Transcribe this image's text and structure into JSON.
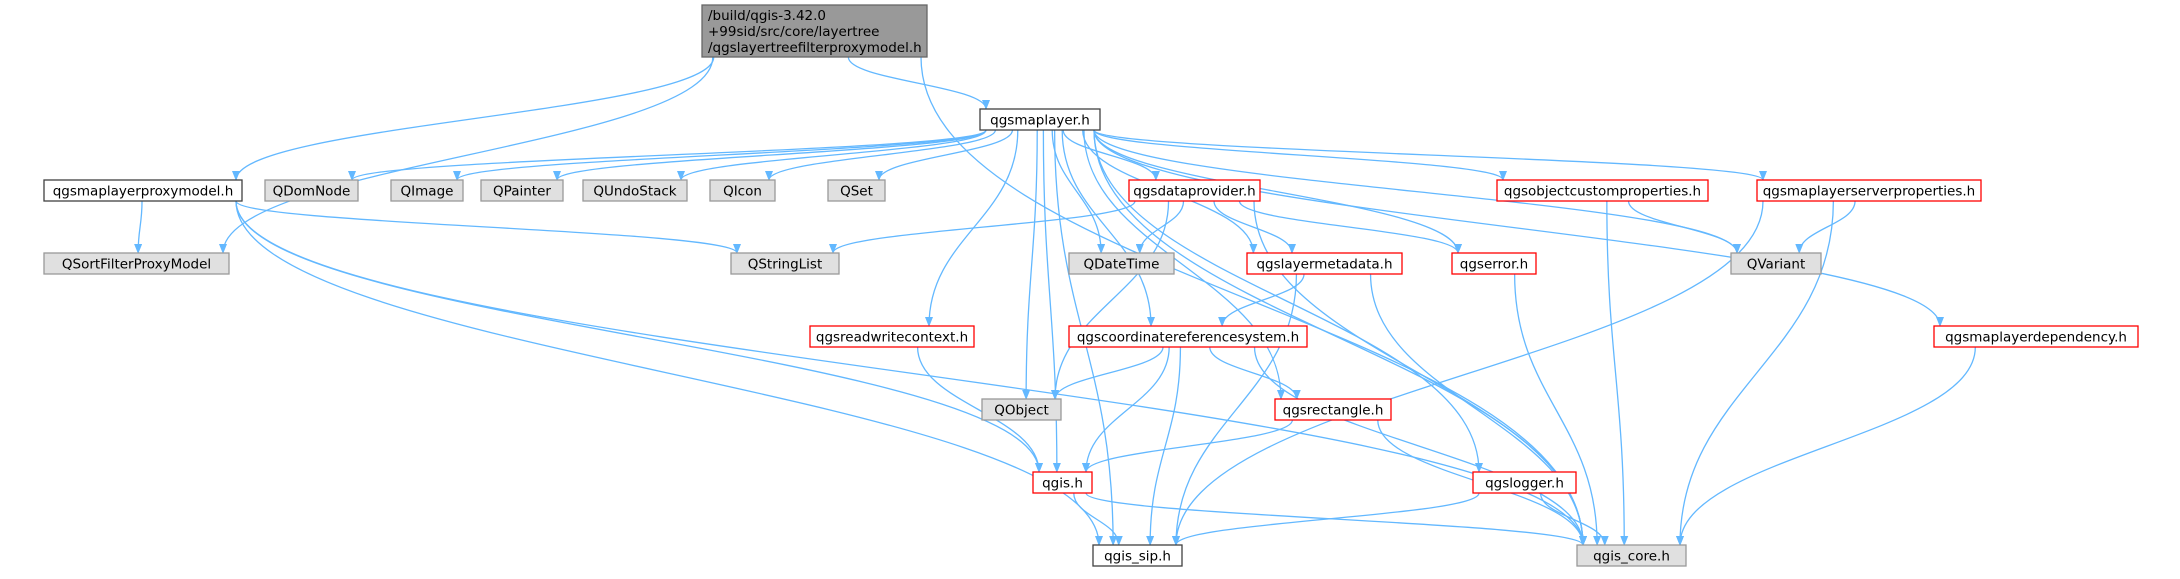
{
  "colors": {
    "edge": "#63b8ff",
    "root_fill": "#999999",
    "root_stroke": "#666666",
    "plain_fill": "#ffffff",
    "plain_stroke": "#404040",
    "red_fill": "#ffffff",
    "red_stroke": "#ff0000",
    "ext_fill": "#e0e0e0",
    "ext_stroke": "#999999"
  },
  "nodes": [
    {
      "id": "root",
      "kind": "root",
      "lines": [
        "/build/qgis-3.42.0",
        "+99sid/src/core/layertree",
        "/qgslayertreefilterproxymodel.h"
      ]
    },
    {
      "id": "qgsmaplayer",
      "kind": "plain",
      "lines": [
        "qgsmaplayer.h"
      ]
    },
    {
      "id": "proxymodel",
      "kind": "plain",
      "lines": [
        "qgsmaplayerproxymodel.h"
      ]
    },
    {
      "id": "QSortFilterProxyModel",
      "kind": "ext",
      "lines": [
        "QSortFilterProxyModel"
      ]
    },
    {
      "id": "QDomNode",
      "kind": "ext",
      "lines": [
        "QDomNode"
      ]
    },
    {
      "id": "QImage",
      "kind": "ext",
      "lines": [
        "QImage"
      ]
    },
    {
      "id": "QPainter",
      "kind": "ext",
      "lines": [
        "QPainter"
      ]
    },
    {
      "id": "QUndoStack",
      "kind": "ext",
      "lines": [
        "QUndoStack"
      ]
    },
    {
      "id": "QIcon",
      "kind": "ext",
      "lines": [
        "QIcon"
      ]
    },
    {
      "id": "QSet",
      "kind": "ext",
      "lines": [
        "QSet"
      ]
    },
    {
      "id": "dataprovider",
      "kind": "red",
      "lines": [
        "qgsdataprovider.h"
      ]
    },
    {
      "id": "objcustom",
      "kind": "red",
      "lines": [
        "qgsobjectcustomproperties.h"
      ]
    },
    {
      "id": "serverprops",
      "kind": "red",
      "lines": [
        "qgsmaplayerserverproperties.h"
      ]
    },
    {
      "id": "QStringList",
      "kind": "ext",
      "lines": [
        "QStringList"
      ]
    },
    {
      "id": "QDateTime",
      "kind": "ext",
      "lines": [
        "QDateTime"
      ]
    },
    {
      "id": "layermetadata",
      "kind": "red",
      "lines": [
        "qgslayermetadata.h"
      ]
    },
    {
      "id": "qgserror",
      "kind": "red",
      "lines": [
        "qgserror.h"
      ]
    },
    {
      "id": "QVariant",
      "kind": "ext",
      "lines": [
        "QVariant"
      ]
    },
    {
      "id": "readwrite",
      "kind": "red",
      "lines": [
        "qgsreadwritecontext.h"
      ]
    },
    {
      "id": "crs",
      "kind": "red",
      "lines": [
        "qgscoordinatereferencesystem.h"
      ]
    },
    {
      "id": "dependency",
      "kind": "red",
      "lines": [
        "qgsmaplayerdependency.h"
      ]
    },
    {
      "id": "QObject",
      "kind": "ext",
      "lines": [
        "QObject"
      ]
    },
    {
      "id": "rectangle",
      "kind": "red",
      "lines": [
        "qgsrectangle.h"
      ]
    },
    {
      "id": "qgis",
      "kind": "red",
      "lines": [
        "qgis.h"
      ]
    },
    {
      "id": "logger",
      "kind": "red",
      "lines": [
        "qgslogger.h"
      ]
    },
    {
      "id": "sip",
      "kind": "plain",
      "lines": [
        "qgis_sip.h"
      ]
    },
    {
      "id": "core",
      "kind": "ext",
      "lines": [
        "qgis_core.h"
      ]
    }
  ],
  "edges": [
    [
      "root",
      "qgsmaplayer"
    ],
    [
      "root",
      "proxymodel"
    ],
    [
      "root",
      "QSortFilterProxyModel"
    ],
    [
      "root",
      "core"
    ],
    [
      "qgsmaplayer",
      "QDomNode"
    ],
    [
      "qgsmaplayer",
      "QImage"
    ],
    [
      "qgsmaplayer",
      "QPainter"
    ],
    [
      "qgsmaplayer",
      "QUndoStack"
    ],
    [
      "qgsmaplayer",
      "QIcon"
    ],
    [
      "qgsmaplayer",
      "QSet"
    ],
    [
      "qgsmaplayer",
      "dataprovider"
    ],
    [
      "qgsmaplayer",
      "objcustom"
    ],
    [
      "qgsmaplayer",
      "serverprops"
    ],
    [
      "qgsmaplayer",
      "QVariant"
    ],
    [
      "qgsmaplayer",
      "QDateTime"
    ],
    [
      "qgsmaplayer",
      "layermetadata"
    ],
    [
      "qgsmaplayer",
      "qgserror"
    ],
    [
      "qgsmaplayer",
      "readwrite"
    ],
    [
      "qgsmaplayer",
      "crs"
    ],
    [
      "qgsmaplayer",
      "dependency"
    ],
    [
      "qgsmaplayer",
      "QObject"
    ],
    [
      "qgsmaplayer",
      "rectangle"
    ],
    [
      "qgsmaplayer",
      "qgis"
    ],
    [
      "qgsmaplayer",
      "logger"
    ],
    [
      "qgsmaplayer",
      "sip"
    ],
    [
      "qgsmaplayer",
      "core"
    ],
    [
      "proxymodel",
      "QSortFilterProxyModel"
    ],
    [
      "proxymodel",
      "QStringList"
    ],
    [
      "proxymodel",
      "qgis"
    ],
    [
      "proxymodel",
      "sip"
    ],
    [
      "proxymodel",
      "core"
    ],
    [
      "dataprovider",
      "QStringList"
    ],
    [
      "dataprovider",
      "QDateTime"
    ],
    [
      "dataprovider",
      "layermetadata"
    ],
    [
      "dataprovider",
      "qgserror"
    ],
    [
      "dataprovider",
      "QObject"
    ],
    [
      "dataprovider",
      "core"
    ],
    [
      "objcustom",
      "QVariant"
    ],
    [
      "objcustom",
      "core"
    ],
    [
      "serverprops",
      "QVariant"
    ],
    [
      "serverprops",
      "sip"
    ],
    [
      "serverprops",
      "core"
    ],
    [
      "layermetadata",
      "crs"
    ],
    [
      "layermetadata",
      "sip"
    ],
    [
      "layermetadata",
      "core"
    ],
    [
      "qgserror",
      "core"
    ],
    [
      "readwrite",
      "qgis"
    ],
    [
      "crs",
      "QObject"
    ],
    [
      "crs",
      "rectangle"
    ],
    [
      "crs",
      "qgis"
    ],
    [
      "crs",
      "sip"
    ],
    [
      "crs",
      "core"
    ],
    [
      "dependency",
      "core"
    ],
    [
      "rectangle",
      "qgis"
    ],
    [
      "rectangle",
      "core"
    ],
    [
      "qgis",
      "sip"
    ],
    [
      "qgis",
      "core"
    ],
    [
      "logger",
      "sip"
    ],
    [
      "logger",
      "core"
    ]
  ]
}
